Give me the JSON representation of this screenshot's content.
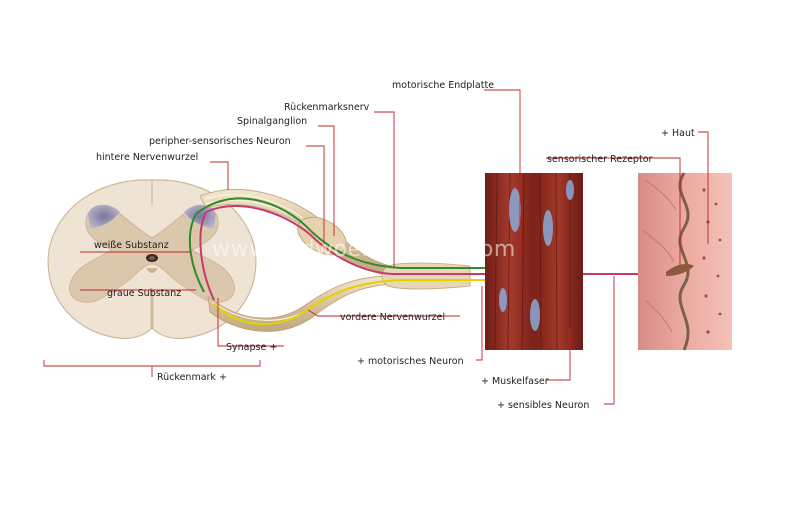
{
  "labels": {
    "motorische_endplatte": "motorische Endplatte",
    "rueckenmarksnerv": "Rückenmarksnerv",
    "spinalganglion": "Spinalganglion",
    "peripher_sensorisches_neuron": "peripher-sensorisches Neuron",
    "hintere_nervenwurzel": "hintere Nervenwurzel",
    "weisse_substanz": "weiße Substanz",
    "graue_substanz": "graue Substanz",
    "synapse": "Synapse +",
    "rueckenmark": "Rückenmark +",
    "vordere_nervenwurzel": "vordere Nervenwurzel",
    "motorisches_neuron": "+ motorisches Neuron",
    "muskelfaser": "+ Muskelfaser",
    "sensibles_neuron": "+ sensibles Neuron",
    "sensorischer_rezeptor": "sensorischer Rezeptor",
    "haut": "+ Haut"
  },
  "watermark": "www.bildwoerterbuch.com",
  "colors": {
    "leader": "#c0242b",
    "cord_white": "#efe3d3",
    "cord_grey": "#ddc9ae",
    "motor_neuron": "#e0d400",
    "sensory_neuron": "#c83a6e",
    "motor_root_neuron": "#2f8a2f",
    "muscle": "#8e2a22",
    "skin": "#e9a6a0"
  }
}
